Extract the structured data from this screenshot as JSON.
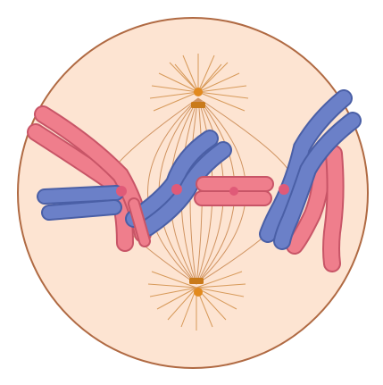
{
  "colors": {
    "background": "#ffffff",
    "cell_fill": "#fde4d2",
    "cell_outline": "#b06a43",
    "spindle_fiber": "#c9874f",
    "astral_ray": "#d79a5a",
    "centrosome": "#e28a1e",
    "centriole": "#c97a1a",
    "chromosome_red": "#ef7e8c",
    "chromosome_red_outline": "#c85567",
    "chromosome_blue": "#6b80c8",
    "chromosome_blue_outline": "#4a5fa6",
    "centromere": "#e05a78"
  },
  "structures": {
    "cell": "cell-membrane",
    "poles": [
      "top-spindle-pole",
      "bottom-spindle-pole"
    ],
    "chromosome_pairs": 4
  }
}
